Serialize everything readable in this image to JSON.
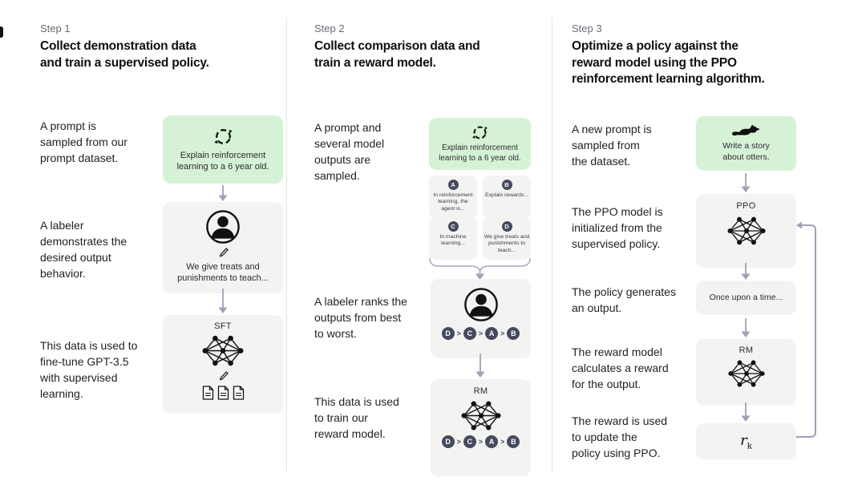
{
  "colors": {
    "prompt_box_bg": "#d6f2d6",
    "model_box_bg": "#f3f3f1",
    "chip_bg": "#454a5e",
    "arrow": "#a0a1b6",
    "divider": "#e4e4e4"
  },
  "icons": {
    "prompt": "dashed-cycle-icon",
    "labeler": "person-in-circle-icon",
    "edit": "pencil-icon",
    "model": "neural-net-icon",
    "data": "three-documents-icon",
    "otter": "otter-silhouette-icon",
    "flow": "down-arrow",
    "group": "curly-brace-down",
    "loop": "feedback-loop-arrow"
  },
  "step1": {
    "label": "Step 1",
    "title": "Collect demonstration data\nand train a supervised policy.",
    "captions": {
      "prompt": "A prompt is\nsampled from our\nprompt dataset.",
      "labeler": "A labeler\ndemonstrates the\ndesired output\nbehavior.",
      "finetune": "This data is used to\nfine-tune GPT-3.5\nwith supervised\nlearning."
    },
    "prompt_box": "Explain reinforcement\nlearning to a 6 year old.",
    "labeler_box": "We give treats and\npunishments to teach...",
    "sft_label": "SFT"
  },
  "step2": {
    "label": "Step 2",
    "title": "Collect comparison data and\ntrain a reward model.",
    "captions": {
      "sampled": "A prompt and\nseveral model\noutputs are\nsampled.",
      "ranks": "A labeler ranks the\noutputs from best\nto worst.",
      "train": "This data is used\nto train our\nreward model."
    },
    "prompt_box": "Explain reinforcement\nlearning to a 6 year old.",
    "outputs": [
      {
        "id": "A",
        "text": "In reinforcement\nlearning, the\nagent is..."
      },
      {
        "id": "B",
        "text": "Explain rewards..."
      },
      {
        "id": "C",
        "text": "In machine\nlearning..."
      },
      {
        "id": "D",
        "text": "We give treats and\npunishments to\nteach..."
      }
    ],
    "ranking": [
      "D",
      "C",
      "A",
      "B"
    ],
    "rank_separator": ">",
    "rm_label": "RM"
  },
  "step3": {
    "label": "Step 3",
    "title": "Optimize a policy against the\nreward model using the PPO\nreinforcement learning algorithm.",
    "captions": {
      "prompt": "A new prompt is\nsampled from\nthe dataset.",
      "init": "The PPO model is\ninitialized from the\nsupervised policy.",
      "generates": "The policy generates\nan output.",
      "reward": "The reward model\ncalculates a reward\nfor the output.",
      "update": "The reward is used\nto update the\npolicy using PPO."
    },
    "prompt_box": "Write a story\nabout otters.",
    "ppo_label": "PPO",
    "output_box": "Once upon a time...",
    "rm_label": "RM",
    "reward_symbol": "r",
    "reward_sub": "k"
  }
}
